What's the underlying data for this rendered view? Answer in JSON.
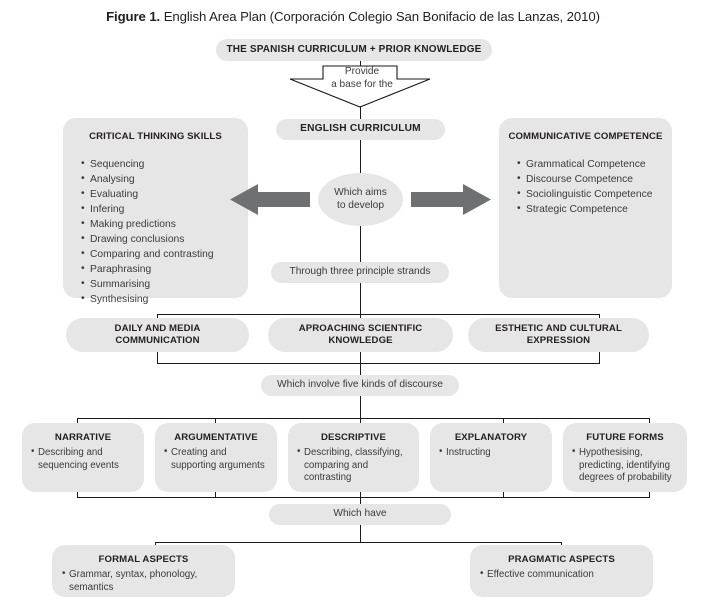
{
  "figure": {
    "label": "Figure 1.",
    "caption": " English Area Plan (Corporación Colegio San Bonifacio de las Lanzas, 2010)"
  },
  "colors": {
    "node_fill": "#e6e6e6",
    "arrow_gray": "#6e7072",
    "line_black": "#1a1a1a",
    "heading_text": "#231f20",
    "body_text": "#3b3b3e",
    "page_background": "#ffffff"
  },
  "top": {
    "source_node": "THE SPANISH CURRICULUM + PRIOR KNOWLEDGE",
    "down_arrow_label_line1": "Provide",
    "down_arrow_label_line2": "a base for the",
    "target_node": "ENGLISH CURRICULUM"
  },
  "center": {
    "aims_node_line1": "Which aims",
    "aims_node_line2": "to develop",
    "strands_connector": "Through three principle strands",
    "discourse_connector": "Which involve five kinds of discourse",
    "have_connector": "Which have"
  },
  "side_boxes": [
    {
      "id": "critical-thinking",
      "title": "CRITICAL THINKING SKILLS",
      "items": [
        "Sequencing",
        "Analysing",
        "Evaluating",
        "Infering",
        "Making predictions",
        "Drawing conclusions",
        "Comparing and contrasting",
        "Paraphrasing",
        "Summarising",
        "Synthesising"
      ]
    },
    {
      "id": "communicative-competence",
      "title": "COMMUNICATIVE COMPETENCE",
      "items": [
        "Grammatical Competence",
        "Discourse Competence",
        "Sociolinguistic Competence",
        "Strategic Competence"
      ]
    }
  ],
  "strands": [
    {
      "title": "DAILY AND MEDIA COMMUNICATION"
    },
    {
      "title": "APROACHING SCIENTIFIC KNOWLEDGE"
    },
    {
      "title": "ESTHETIC AND CULTURAL EXPRESSION"
    }
  ],
  "discourse_types": [
    {
      "title": "NARRATIVE",
      "items": [
        "Describing and sequencing events"
      ]
    },
    {
      "title": "ARGUMENTATIVE",
      "items": [
        "Creating and supporting arguments"
      ]
    },
    {
      "title": "DESCRIPTIVE",
      "items": [
        "Describing, classifying, comparing and contrasting"
      ]
    },
    {
      "title": "EXPLANATORY",
      "items": [
        "Instructing"
      ]
    },
    {
      "title": "FUTURE FORMS",
      "items": [
        "Hypothesising, predicting, identifying degrees of probability"
      ]
    }
  ],
  "aspects": [
    {
      "title": "FORMAL ASPECTS",
      "items": [
        "Grammar, syntax, phonology, semantics"
      ]
    },
    {
      "title": "PRAGMATIC ASPECTS",
      "items": [
        "Effective communication"
      ]
    }
  ]
}
